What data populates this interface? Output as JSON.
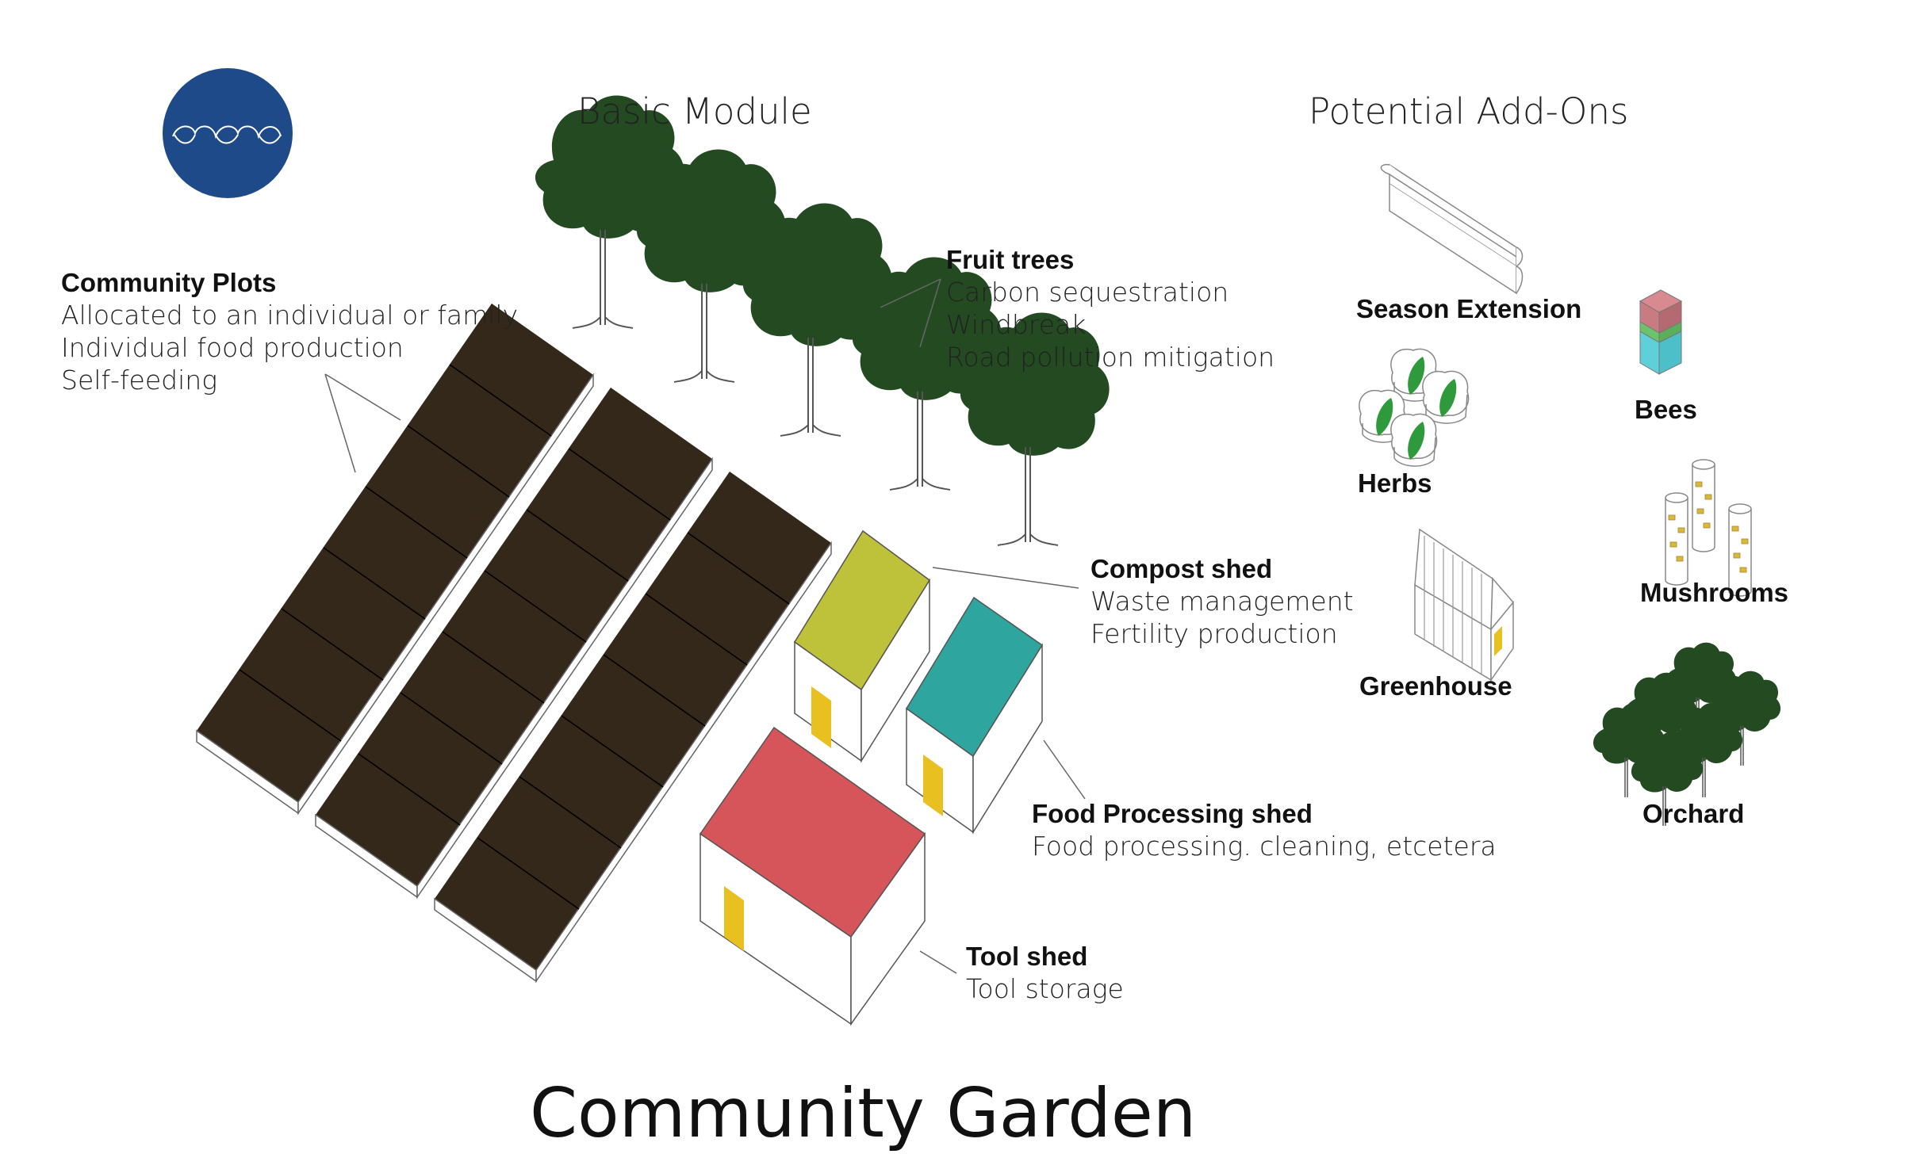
{
  "headings": {
    "basic_module": "Basic Module",
    "potential_addons": "Potential Add-Ons"
  },
  "title": "Community Garden",
  "logo": {
    "icon": "sprout-leaves-icon",
    "color": "#1f4a8a"
  },
  "labels": {
    "community_plots": {
      "title": "Community Plots",
      "lines": [
        "Allocated to an individual or family",
        "Individual food production",
        "Self-feeding"
      ]
    },
    "fruit_trees": {
      "title": "Fruit trees",
      "lines": [
        "Carbon sequestration",
        "Windbreak",
        "Road pollution mitigation"
      ]
    },
    "compost_shed": {
      "title": "Compost shed",
      "lines": [
        "Waste management",
        "Fertility production"
      ]
    },
    "food_processing_shed": {
      "title": "Food Processing shed",
      "lines": [
        "Food processing. cleaning, etcetera"
      ]
    },
    "tool_shed": {
      "title": "Tool shed",
      "lines": [
        "Tool storage"
      ]
    }
  },
  "addons": {
    "season_extension": "Season Extension",
    "bees": "Bees",
    "herbs": "Herbs",
    "mushrooms": "Mushrooms",
    "greenhouse": "Greenhouse",
    "orchard": "Orchard"
  },
  "colors": {
    "plot_soil": "#33281a",
    "tree_canopy": "#244a22",
    "compost_roof": "#bec23a",
    "food_processing_roof": "#2ea59e",
    "tool_shed_roof": "#d5555a",
    "door": "#e8c020",
    "herb_leaf": "#2e9a3c",
    "bees_top": "#c97b82",
    "bees_mid": "#6cc46a",
    "bees_bottom": "#5fd0d8"
  }
}
